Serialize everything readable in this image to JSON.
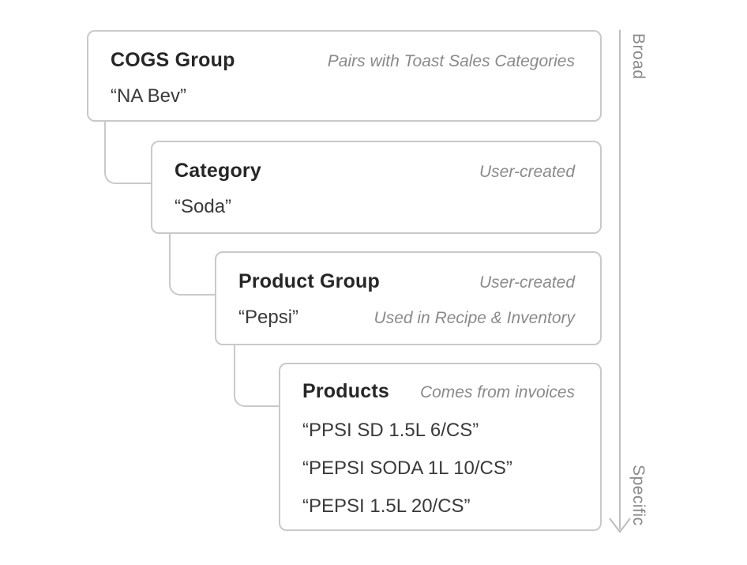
{
  "diagram": {
    "colors": {
      "border": "#c9c9c9",
      "title": "#262626",
      "value": "#3a3a3a",
      "annotation": "#8a8a8a",
      "axis": "#bdbdbd",
      "bg": "#ffffff"
    },
    "axis": {
      "top_label": "Broad",
      "bottom_label": "Specific"
    },
    "boxes": [
      {
        "title": "COGS Group",
        "annotation": "Pairs with Toast Sales Categories",
        "values": [
          "“NA Bev”"
        ]
      },
      {
        "title": "Category",
        "annotation": "User-created",
        "values": [
          "“Soda”"
        ]
      },
      {
        "title": "Product Group",
        "annotation": "User-created",
        "value_annotation": "Used in Recipe & Inventory",
        "values": [
          "“Pepsi”"
        ]
      },
      {
        "title": "Products",
        "annotation": "Comes from invoices",
        "values": [
          "“PPSI SD 1.5L 6/CS”",
          "“PEPSI SODA 1L 10/CS”",
          "“PEPSI 1.5L 20/CS”"
        ]
      }
    ]
  }
}
